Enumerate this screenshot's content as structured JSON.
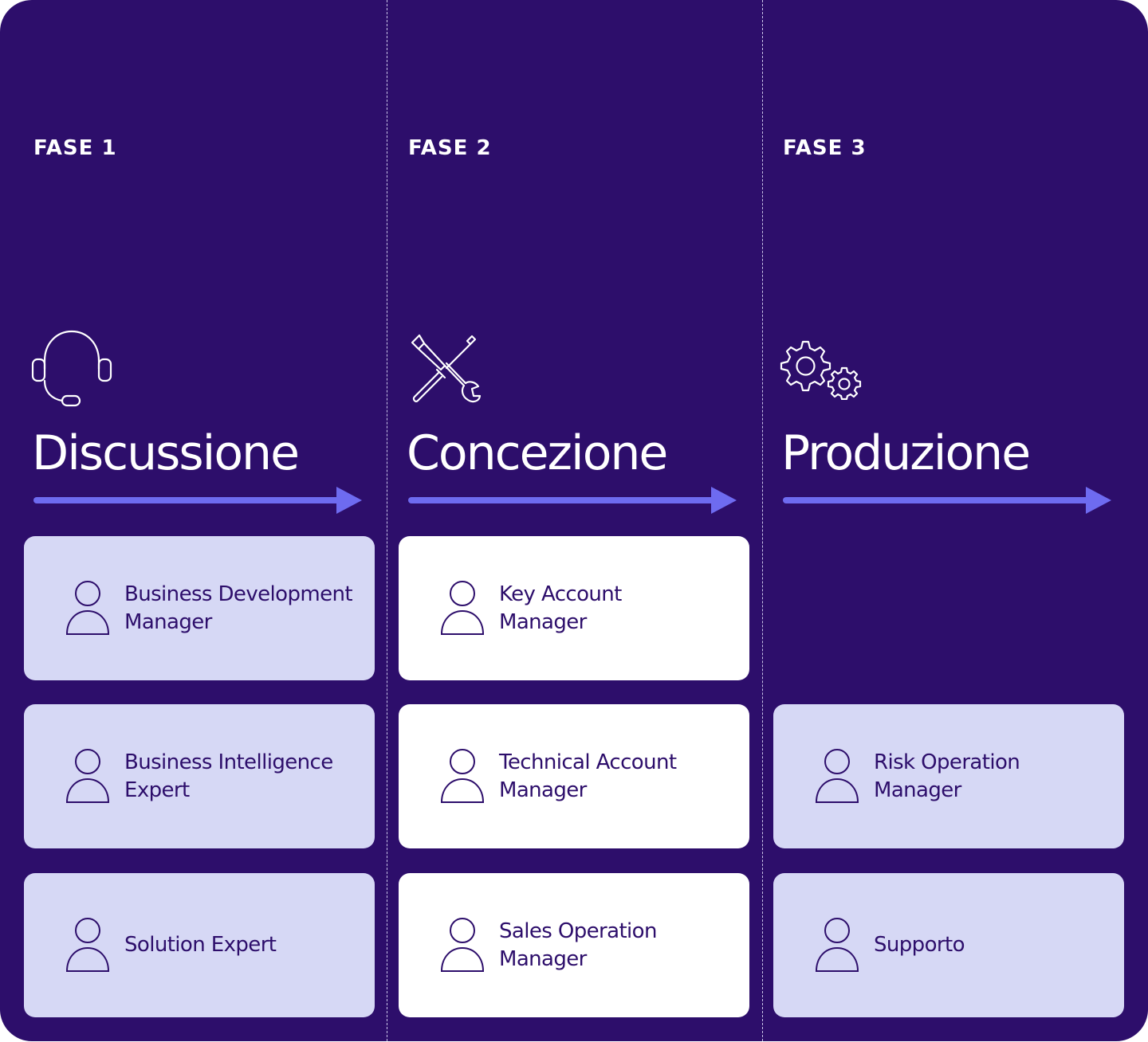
{
  "colors": {
    "background": "#2d0e6b",
    "arrow": "#6e6bf0",
    "card_lilac": "#d6d8f5",
    "card_white": "#ffffff",
    "text_dark": "#2d0e6b"
  },
  "columns": [
    {
      "phase": "FASE 1",
      "title": "Discussione",
      "icon": "headset-icon",
      "cards": [
        {
          "label": "Business Development Manager",
          "icon": "user-icon"
        },
        {
          "label": "Business Intelligence Expert",
          "icon": "user-icon"
        },
        {
          "label": "Solution Expert",
          "icon": "user-icon"
        }
      ]
    },
    {
      "phase": "FASE 2",
      "title": "Concezione",
      "icon": "tools-icon",
      "cards": [
        {
          "label": "Key Account Manager",
          "icon": "user-icon"
        },
        {
          "label": "Technical Account Manager",
          "icon": "user-icon"
        },
        {
          "label": "Sales Operation Manager",
          "icon": "user-icon"
        }
      ]
    },
    {
      "phase": "FASE 3",
      "title": "Produzione",
      "icon": "gears-icon",
      "cards": [
        {
          "label": "Risk Operation Manager",
          "icon": "user-icon"
        },
        {
          "label": "Supporto",
          "icon": "user-icon"
        }
      ]
    }
  ]
}
